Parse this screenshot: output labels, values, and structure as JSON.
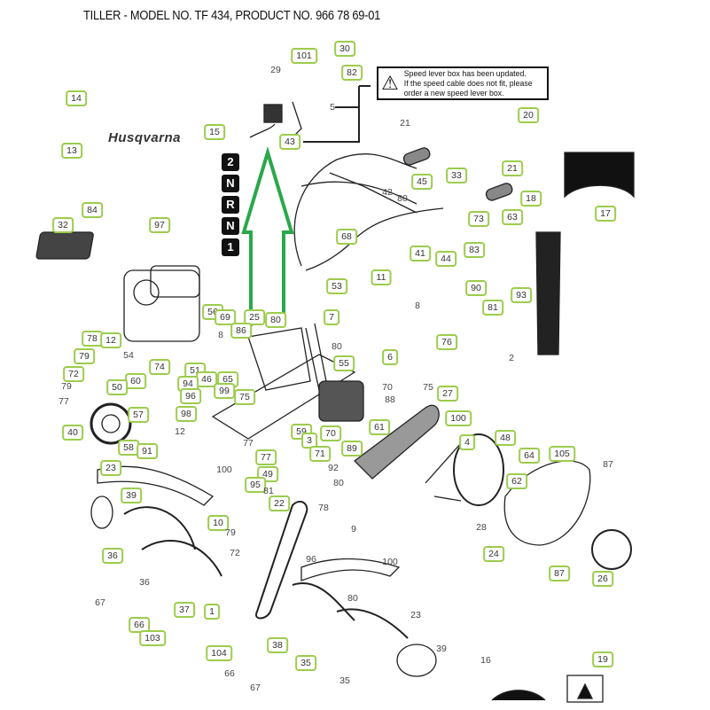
{
  "title": "TILLER - MODEL NO. TF 434, PRODUCT NO. 966 78 69-01",
  "notice": {
    "icon": "warning-icon",
    "lines": [
      "Speed lever box has been updated.",
      "If the speed cable does not fit, please",
      "order a new speed lever box."
    ]
  },
  "logo": "Husqvarna",
  "gear_selector": [
    "2",
    "N",
    "R",
    "N",
    "1"
  ],
  "colors": {
    "callout_border": "#9ccc4c",
    "arrow": "#2aa84a"
  },
  "labels": [
    {
      "t": "14",
      "b": true
    },
    {
      "t": "101",
      "b": true
    },
    {
      "t": "30",
      "b": true
    },
    {
      "t": "82",
      "b": true
    },
    {
      "t": "29",
      "b": false
    },
    {
      "t": "5",
      "b": false
    },
    {
      "t": "43",
      "b": true
    },
    {
      "t": "15",
      "b": true
    },
    {
      "t": "13",
      "b": true
    },
    {
      "t": "20",
      "b": true
    },
    {
      "t": "21",
      "b": false
    },
    {
      "t": "21",
      "b": true
    },
    {
      "t": "33",
      "b": true
    },
    {
      "t": "45",
      "b": true
    },
    {
      "t": "42",
      "b": false
    },
    {
      "t": "80",
      "b": false
    },
    {
      "t": "18",
      "b": true
    },
    {
      "t": "63",
      "b": true
    },
    {
      "t": "17",
      "b": true
    },
    {
      "t": "73",
      "b": true
    },
    {
      "t": "83",
      "b": true
    },
    {
      "t": "44",
      "b": true
    },
    {
      "t": "41",
      "b": true
    },
    {
      "t": "68",
      "b": true
    },
    {
      "t": "11",
      "b": true
    },
    {
      "t": "53",
      "b": true
    },
    {
      "t": "90",
      "b": true
    },
    {
      "t": "93",
      "b": true
    },
    {
      "t": "81",
      "b": true
    },
    {
      "t": "8",
      "b": false
    },
    {
      "t": "76",
      "b": true
    },
    {
      "t": "2",
      "b": false
    },
    {
      "t": "32",
      "b": true
    },
    {
      "t": "84",
      "b": true
    },
    {
      "t": "97",
      "b": true
    },
    {
      "t": "56",
      "b": true
    },
    {
      "t": "69",
      "b": true
    },
    {
      "t": "25",
      "b": true
    },
    {
      "t": "80",
      "b": true
    },
    {
      "t": "7",
      "b": true
    },
    {
      "t": "8",
      "b": false
    },
    {
      "t": "86",
      "b": true
    },
    {
      "t": "78",
      "b": true
    },
    {
      "t": "12",
      "b": true
    },
    {
      "t": "79",
      "b": true
    },
    {
      "t": "72",
      "b": true
    },
    {
      "t": "79",
      "b": false
    },
    {
      "t": "54",
      "b": false
    },
    {
      "t": "74",
      "b": true
    },
    {
      "t": "60",
      "b": true
    },
    {
      "t": "51",
      "b": true
    },
    {
      "t": "46",
      "b": true
    },
    {
      "t": "65",
      "b": true
    },
    {
      "t": "94",
      "b": true
    },
    {
      "t": "96",
      "b": true
    },
    {
      "t": "99",
      "b": true
    },
    {
      "t": "50",
      "b": true
    },
    {
      "t": "77",
      "b": false
    },
    {
      "t": "57",
      "b": true
    },
    {
      "t": "98",
      "b": true
    },
    {
      "t": "75",
      "b": true
    },
    {
      "t": "40",
      "b": true
    },
    {
      "t": "12",
      "b": false
    },
    {
      "t": "58",
      "b": true
    },
    {
      "t": "91",
      "b": true
    },
    {
      "t": "80",
      "b": false
    },
    {
      "t": "55",
      "b": true
    },
    {
      "t": "6",
      "b": true
    },
    {
      "t": "70",
      "b": false
    },
    {
      "t": "75",
      "b": false
    },
    {
      "t": "27",
      "b": true
    },
    {
      "t": "88",
      "b": false
    },
    {
      "t": "100",
      "b": true
    },
    {
      "t": "77",
      "b": false
    },
    {
      "t": "77",
      "b": true
    },
    {
      "t": "59",
      "b": true
    },
    {
      "t": "3",
      "b": true
    },
    {
      "t": "71",
      "b": true
    },
    {
      "t": "92",
      "b": false
    },
    {
      "t": "70",
      "b": true
    },
    {
      "t": "89",
      "b": true
    },
    {
      "t": "61",
      "b": true
    },
    {
      "t": "80",
      "b": false
    },
    {
      "t": "4",
      "b": true
    },
    {
      "t": "48",
      "b": true
    },
    {
      "t": "64",
      "b": true
    },
    {
      "t": "105",
      "b": true
    },
    {
      "t": "87",
      "b": false
    },
    {
      "t": "62",
      "b": true
    },
    {
      "t": "49",
      "b": true
    },
    {
      "t": "95",
      "b": true
    },
    {
      "t": "81",
      "b": false
    },
    {
      "t": "23",
      "b": true
    },
    {
      "t": "100",
      "b": false
    },
    {
      "t": "39",
      "b": true
    },
    {
      "t": "22",
      "b": true
    },
    {
      "t": "78",
      "b": false
    },
    {
      "t": "10",
      "b": true
    },
    {
      "t": "79",
      "b": false
    },
    {
      "t": "72",
      "b": false
    },
    {
      "t": "9",
      "b": false
    },
    {
      "t": "96",
      "b": false
    },
    {
      "t": "100",
      "b": false
    },
    {
      "t": "36",
      "b": true
    },
    {
      "t": "36",
      "b": false
    },
    {
      "t": "80",
      "b": false
    },
    {
      "t": "24",
      "b": true
    },
    {
      "t": "87",
      "b": true
    },
    {
      "t": "26",
      "b": true
    },
    {
      "t": "67",
      "b": false
    },
    {
      "t": "37",
      "b": true
    },
    {
      "t": "1",
      "b": true
    },
    {
      "t": "23",
      "b": false
    },
    {
      "t": "66",
      "b": true
    },
    {
      "t": "103",
      "b": true
    },
    {
      "t": "104",
      "b": true
    },
    {
      "t": "38",
      "b": true
    },
    {
      "t": "35",
      "b": true
    },
    {
      "t": "39",
      "b": false
    },
    {
      "t": "16",
      "b": false
    },
    {
      "t": "19",
      "b": true
    },
    {
      "t": "66",
      "b": false
    },
    {
      "t": "67",
      "b": false
    },
    {
      "t": "35",
      "b": false
    },
    {
      "t": "28",
      "b": false
    }
  ]
}
